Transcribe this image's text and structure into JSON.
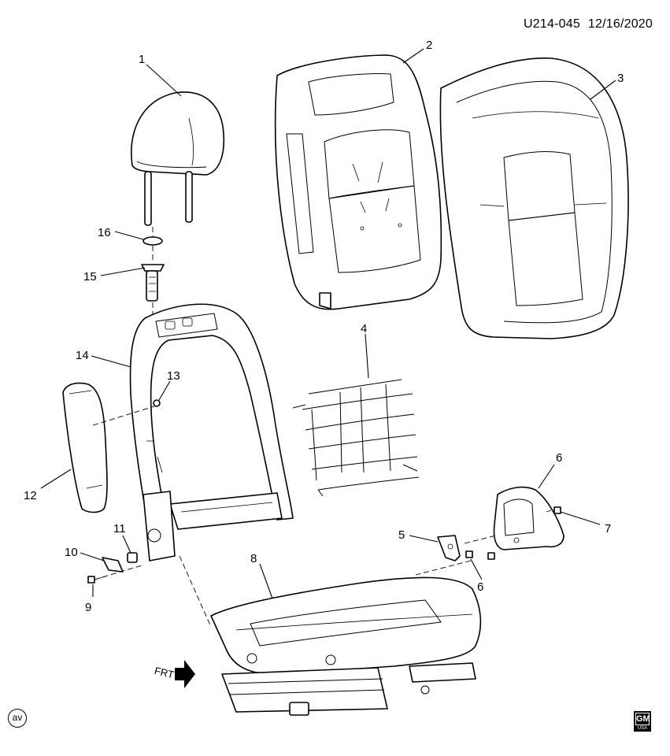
{
  "header": {
    "diagram_code": "U214-045",
    "date": "12/16/2020"
  },
  "callouts": {
    "c1": "1",
    "c2": "2",
    "c3": "3",
    "c4": "4",
    "c5": "5",
    "c6a": "6",
    "c6b": "6",
    "c7": "7",
    "c8": "8",
    "c9": "9",
    "c10": "10",
    "c11": "11",
    "c12": "12",
    "c13": "13",
    "c14": "14",
    "c15": "15",
    "c16": "16"
  },
  "direction": {
    "label": "FRT"
  },
  "footer": {
    "view_mark": "av",
    "brand_text": "GM",
    "brand_subtext": "USA"
  },
  "icons": {
    "direction": "front-arrow-icon",
    "brand": "gm-logo-icon"
  }
}
